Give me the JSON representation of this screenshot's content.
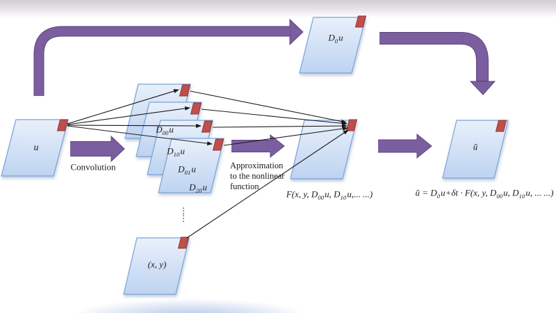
{
  "diagram": {
    "input_sheet": {
      "label": "u"
    },
    "d0_sheet": {
      "base": "D",
      "sub": "0",
      "suffix": "u"
    },
    "stack": {
      "sheets": [
        {
          "base": "D",
          "sub": "00",
          "suffix": "u"
        },
        {
          "base": "D",
          "sub": "10",
          "suffix": "u"
        },
        {
          "base": "D",
          "sub": "01",
          "suffix": "u"
        },
        {
          "base": "D",
          "sub": "20",
          "suffix": "u"
        }
      ],
      "ellipsis": "⋮\n⋮"
    },
    "xy_sheet": {
      "label": "(x, y)"
    },
    "f_sheet": {
      "caption": {
        "p0": "F(x, y, D",
        "s0": "00",
        "p1": "u, D",
        "s1": "10",
        "p2": "u,... ...)"
      }
    },
    "output_sheet": {
      "label": "ũ"
    },
    "convolution_label": "Convolution",
    "approximation_label": "Approximation\nto the nonlinear\nfunction",
    "equation": {
      "p0": "ũ = D",
      "s0": "0",
      "p1": "u+δt · F(x, y, D",
      "s1": "00",
      "p2": "u, D",
      "s2": "10",
      "p3": "u, ... ...)"
    }
  },
  "colors": {
    "purple": "#7b5ea0",
    "purple_dark": "#5d4579",
    "sheet_fill_light": "#e9f0fb",
    "sheet_fill_dark": "#bdd3f1",
    "sheet_border": "#7ca3d7",
    "marker_red": "#bf4f4b",
    "marker_border": "#8e3734",
    "line_black": "#1a1a1a"
  }
}
